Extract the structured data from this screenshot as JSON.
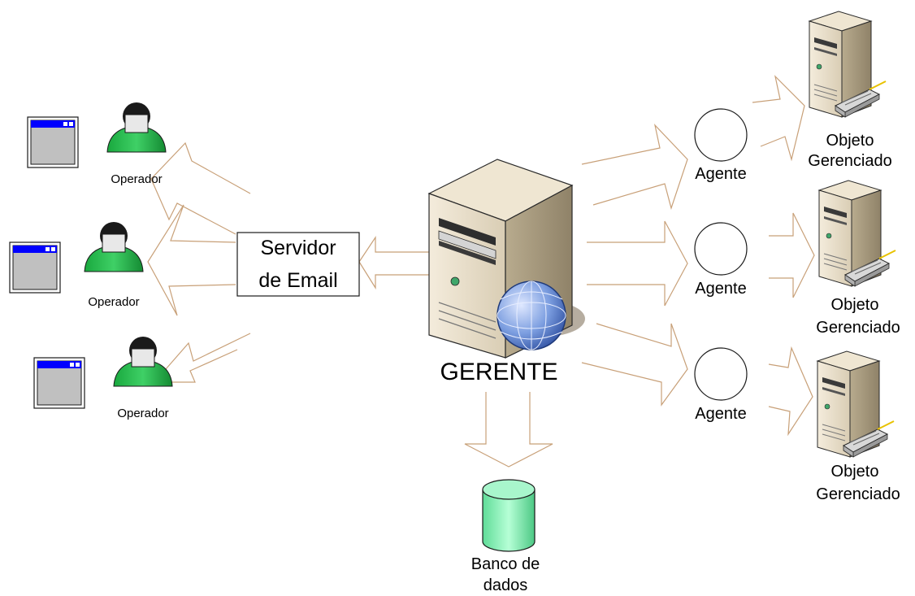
{
  "operators": [
    {
      "label": "Operador"
    },
    {
      "label": "Operador"
    },
    {
      "label": "Operador"
    }
  ],
  "email_server": {
    "line1": "Servidor",
    "line2": "de Email"
  },
  "manager": {
    "label": "GERENTE"
  },
  "database": {
    "line1": "Banco de",
    "line2": "dados"
  },
  "agents": [
    {
      "label": "Agente"
    },
    {
      "label": "Agente"
    },
    {
      "label": "Agente"
    }
  ],
  "managed_objects": [
    {
      "line1": "Objeto",
      "line2": "Gerenciado"
    },
    {
      "line1": "Objeto",
      "line2": "Gerenciado"
    },
    {
      "line1": "Objeto",
      "line2": "Gerenciado"
    }
  ],
  "colors": {
    "arrow_stroke": "#c8a078",
    "operator_body": "#22b14c",
    "window_titlebar": "#0000ff",
    "database": "#7ff0b0",
    "server_case": "#e6dcc8",
    "globe": "#6b8fd6"
  }
}
